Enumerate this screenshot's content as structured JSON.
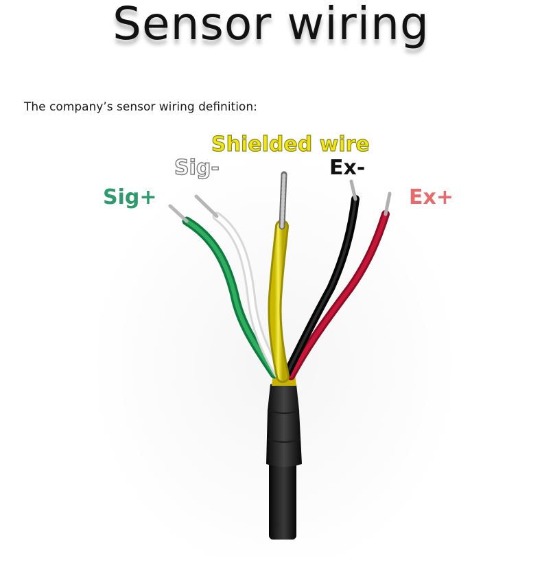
{
  "title": "Sensor wiring",
  "intro": "The company’s sensor wiring definition:",
  "wires": {
    "sig_plus": {
      "label": "Sig+",
      "color": "#2e9a6e",
      "wire_color": "green"
    },
    "sig_minus": {
      "label": "Sig-",
      "color": "#ffffff",
      "wire_color": "white"
    },
    "shield": {
      "label": "Shielded wire",
      "color": "#f2e41c",
      "wire_color": "yellow"
    },
    "ex_minus": {
      "label": "Ex-",
      "color": "#111111",
      "wire_color": "black"
    },
    "ex_plus": {
      "label": "Ex+",
      "color": "#e86a6a",
      "wire_color": "red"
    }
  },
  "cable": {
    "jacket_color": "#151515"
  }
}
